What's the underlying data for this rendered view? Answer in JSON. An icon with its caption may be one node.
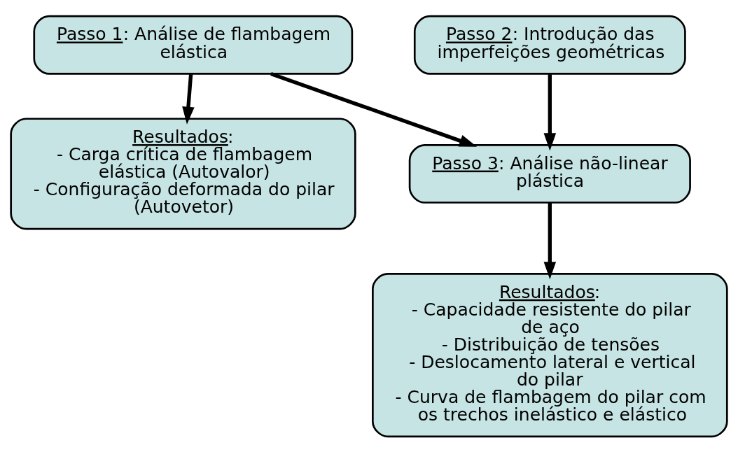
{
  "diagram": {
    "nodes": [
      {
        "text": [
          "Passo 1: Análise de flambagem elástica"
        ]
      },
      {
        "text": [
          "Resultados:",
          "- Carga crítica de flambagem elástica (Autovalor)",
          "- Configuração deformada do pilar (Autovetor)"
        ]
      },
      {
        "text": [
          "Passo 2: Introdução das imperfeições geométricas"
        ]
      },
      {
        "text": [
          "Passo 3: Análise não-linear plástica"
        ]
      },
      {
        "text": [
          "Resultados:",
          "- Capacidade resistente do pilar de aço",
          "- Distribuição de tensões",
          "- Deslocamento lateral e vertical do pilar",
          "- Curva de flambagem do pilar com os trechos inelástico e elástico"
        ]
      }
    ],
    "edges": [
      {
        "from": 0,
        "to": 1,
        "arrow": "to"
      },
      {
        "from": 0,
        "to": 3,
        "arrow": "to"
      },
      {
        "from": 2,
        "to": 3,
        "arrow": "to"
      },
      {
        "from": 3,
        "to": 4,
        "arrow": "to"
      }
    ]
  }
}
